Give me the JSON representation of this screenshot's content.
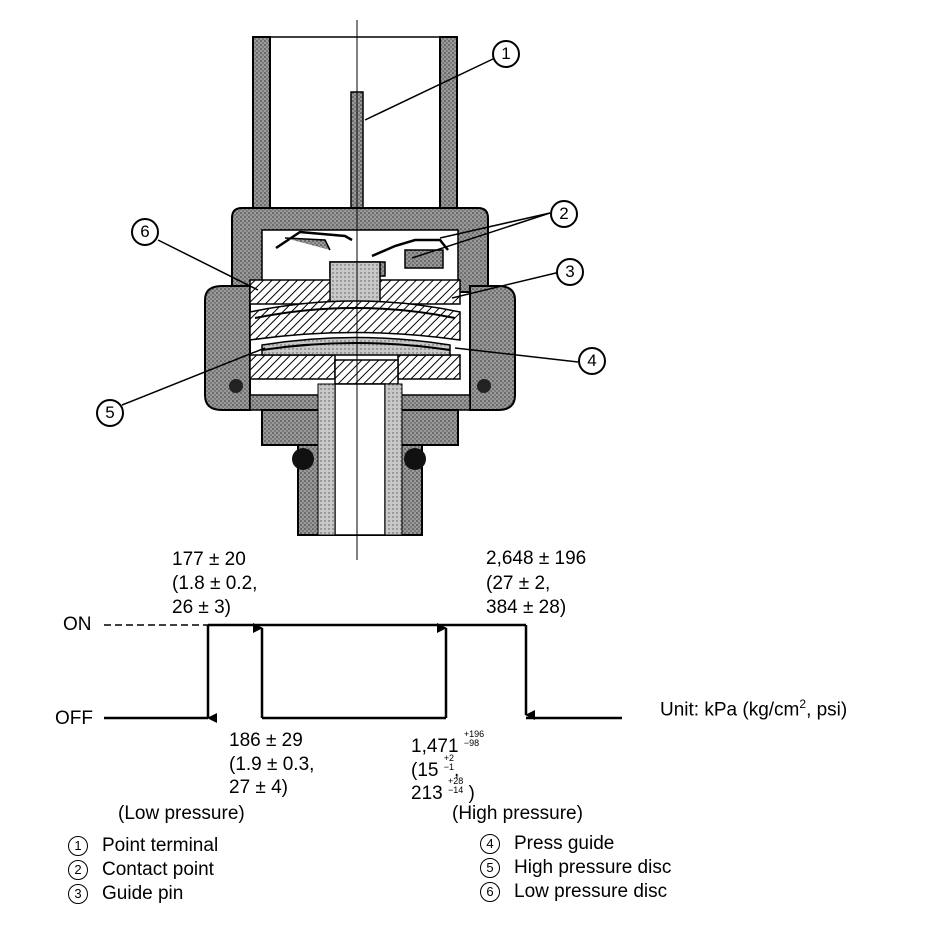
{
  "callouts": {
    "n1": "1",
    "n2": "2",
    "n3": "3",
    "n4": "4",
    "n5": "5",
    "n6": "6"
  },
  "graph": {
    "on_label": "ON",
    "off_label": "OFF",
    "low_on": {
      "line1": "177 ± 20",
      "line2": "(1.8 ± 0.2,",
      "line3": "26 ± 3)"
    },
    "low_off": {
      "line1": "186 ± 29",
      "line2": "(1.9 ± 0.3,",
      "line3": "27 ± 4)"
    },
    "high_off": {
      "line1": "2,648 ± 196",
      "line2": "(27 ± 2,",
      "line3": "384 ± 28)"
    },
    "high_on": {
      "val1": "1,471",
      "val1_sup": "+196",
      "val1_sub": "−98",
      "val2": "(15",
      "val2_sup": "+2",
      "val2_sub": "−1",
      "val2_end": ",",
      "val3": "213",
      "val3_sup": "+28",
      "val3_sub": "−14",
      "val3_end": ")"
    },
    "low_caption": "(Low pressure)",
    "high_caption": "(High pressure)",
    "unit_prefix": "Unit: kPa (kg/cm",
    "unit_sup": "2",
    "unit_suffix": ", psi)"
  },
  "legend": [
    {
      "num": "1",
      "label": "Point terminal"
    },
    {
      "num": "2",
      "label": "Contact point"
    },
    {
      "num": "3",
      "label": "Guide pin"
    },
    {
      "num": "4",
      "label": "Press guide"
    },
    {
      "num": "5",
      "label": "High pressure disc"
    },
    {
      "num": "6",
      "label": "Low pressure disc"
    }
  ]
}
